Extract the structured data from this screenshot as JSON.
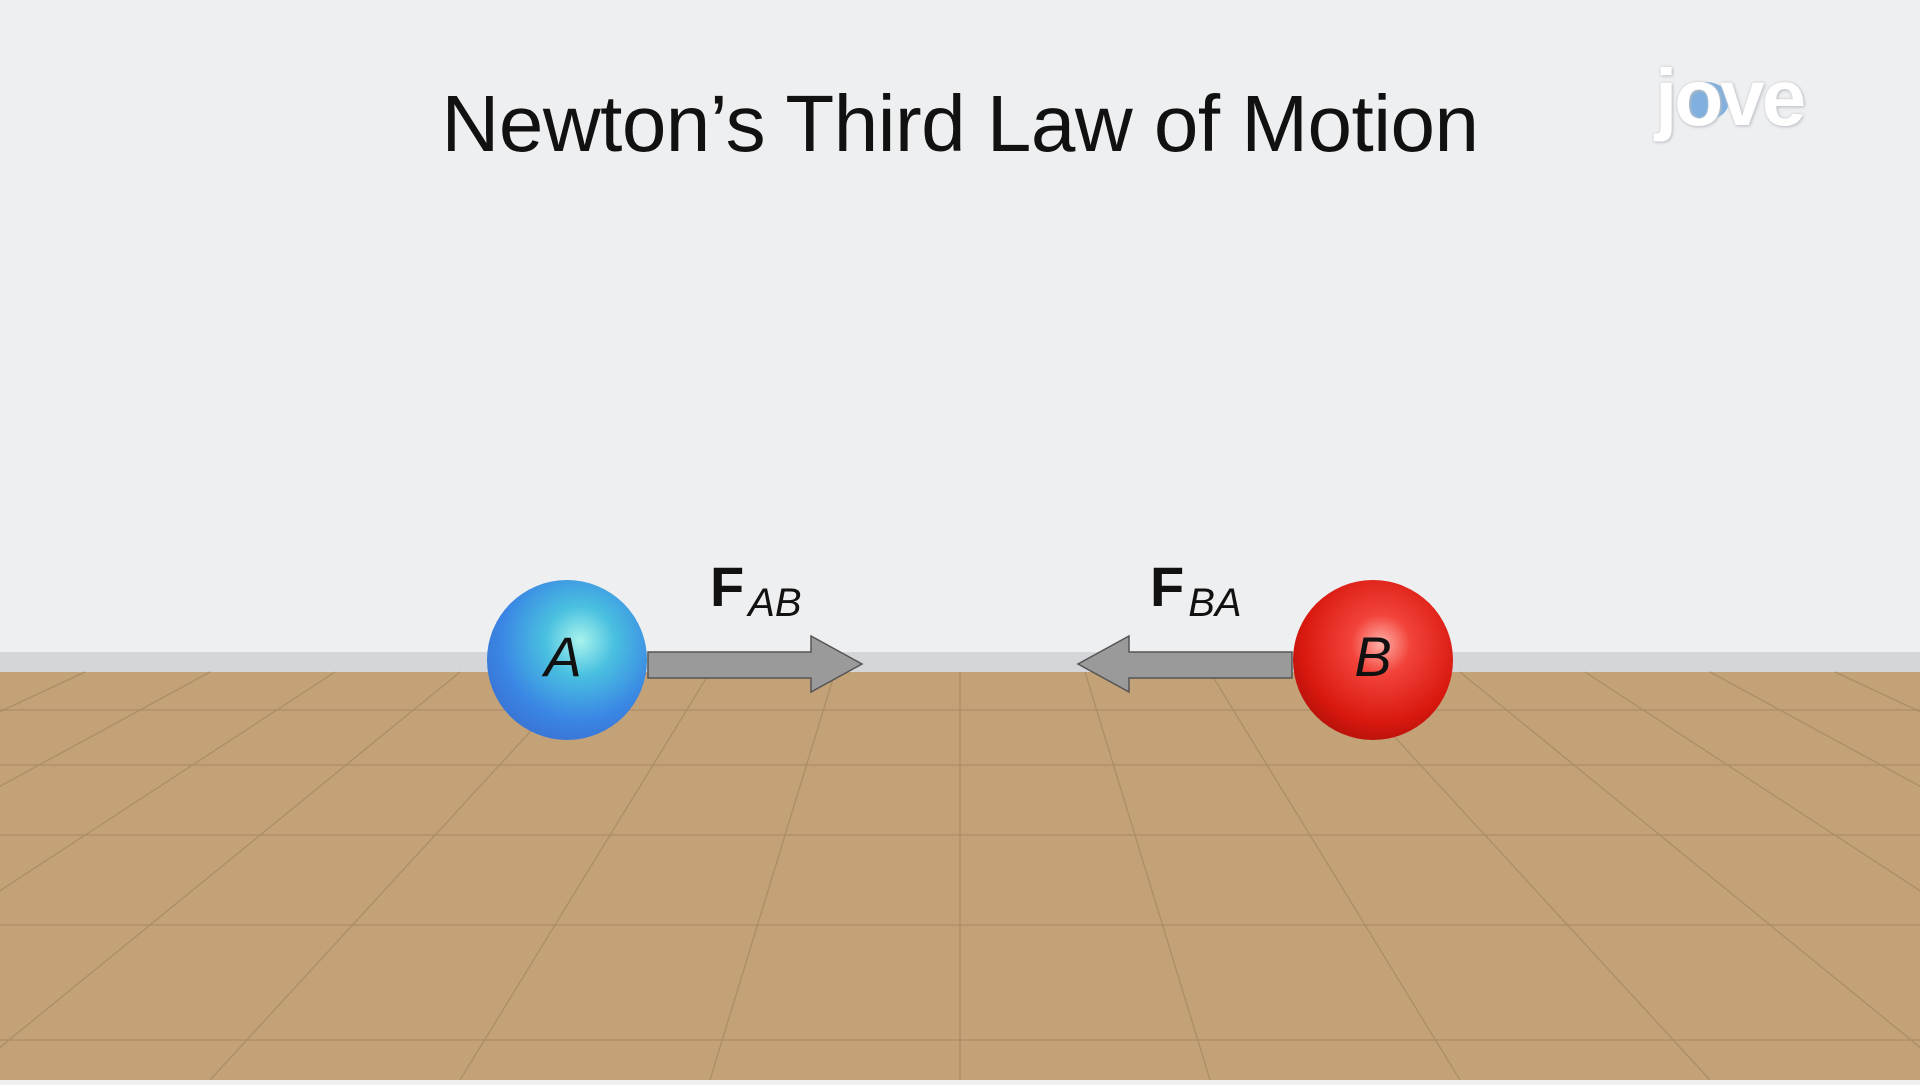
{
  "title": "Newton’s Third Law of Motion",
  "logo": "jove",
  "colors": {
    "wall": "#eeeff0",
    "baseboard": "#d4d6d9",
    "floor": "#c4a278",
    "floor_lines": "#ad8d64",
    "arrow_fill": "#9a9a9a",
    "arrow_stroke": "#555555",
    "ball_a": "#3c8fe0",
    "ball_b": "#e0231a"
  },
  "ball_a": {
    "label": "A",
    "icon": "blue-sphere"
  },
  "ball_b": {
    "label": "B",
    "icon": "red-sphere"
  },
  "force_ab": {
    "main": "F",
    "sub": "AB",
    "direction": "right"
  },
  "force_ba": {
    "main": "F",
    "sub": "BA",
    "direction": "left"
  }
}
